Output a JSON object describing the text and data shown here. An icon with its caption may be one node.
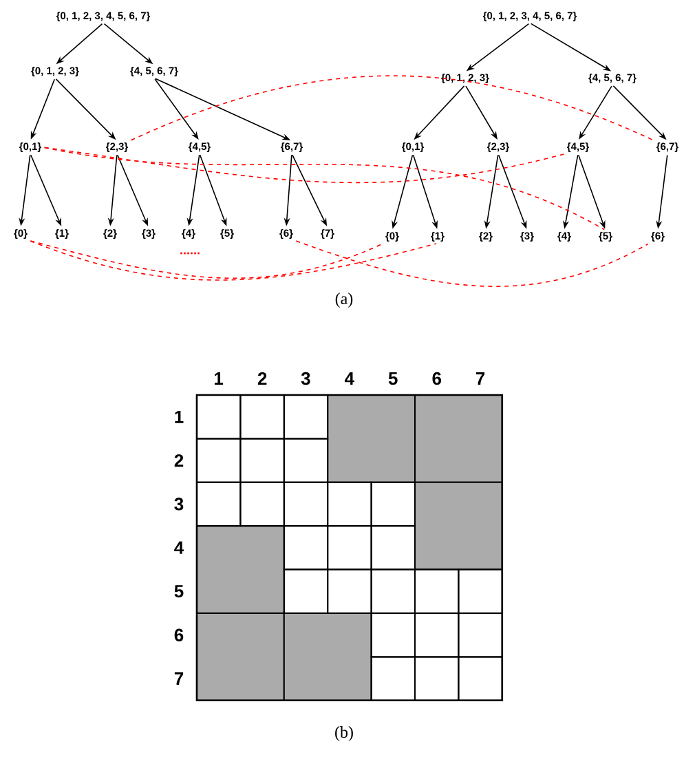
{
  "diagram": {
    "nodes": [
      {
        "text": [
          "{0, 1, 2, 3, 4, 5, 6, 7}"
        ]
      },
      {
        "text": [
          "{0, 1, 2, 3}"
        ]
      },
      {
        "text": [
          "{4, 5, 6, 7}"
        ]
      },
      {
        "text": [
          "{0,1}"
        ]
      },
      {
        "text": [
          "{2,3}"
        ]
      },
      {
        "text": [
          "{4,5}"
        ]
      },
      {
        "text": [
          "{6,7}"
        ]
      },
      {
        "text": [
          "{0}"
        ]
      },
      {
        "text": [
          "{1}"
        ]
      },
      {
        "text": [
          "{2}"
        ]
      },
      {
        "text": [
          "{3}"
        ]
      },
      {
        "text": [
          "{4}"
        ]
      },
      {
        "text": [
          "{5}"
        ]
      },
      {
        "text": [
          "{6}"
        ]
      },
      {
        "text": [
          "{7}"
        ]
      },
      {
        "text": [
          "{0, 1, 2, 3, 4, 5, 6, 7}"
        ]
      },
      {
        "text": [
          "{0, 1, 2, 3}"
        ]
      },
      {
        "text": [
          "{4, 5, 6, 7}"
        ]
      },
      {
        "text": [
          "{0,1}"
        ]
      },
      {
        "text": [
          "{2,3}"
        ]
      },
      {
        "text": [
          "{4,5}"
        ]
      },
      {
        "text": [
          "{6,7}"
        ]
      },
      {
        "text": [
          "{0}"
        ]
      },
      {
        "text": [
          "{1}"
        ]
      },
      {
        "text": [
          "{2}"
        ]
      },
      {
        "text": [
          "{3}"
        ]
      },
      {
        "text": [
          "{4}"
        ]
      },
      {
        "text": [
          "{5}"
        ]
      },
      {
        "text": [
          "{6}"
        ]
      }
    ],
    "edges": [
      {
        "from": 0,
        "to": 1,
        "arrow": "to"
      },
      {
        "from": 0,
        "to": 2,
        "arrow": "to"
      },
      {
        "from": 1,
        "to": 3,
        "arrow": "to"
      },
      {
        "from": 1,
        "to": 4,
        "arrow": "to"
      },
      {
        "from": 2,
        "to": 5,
        "arrow": "to"
      },
      {
        "from": 2,
        "to": 6,
        "arrow": "to"
      },
      {
        "from": 3,
        "to": 7,
        "arrow": "to"
      },
      {
        "from": 3,
        "to": 8,
        "arrow": "to"
      },
      {
        "from": 4,
        "to": 9,
        "arrow": "to"
      },
      {
        "from": 4,
        "to": 10,
        "arrow": "to"
      },
      {
        "from": 5,
        "to": 11,
        "arrow": "to"
      },
      {
        "from": 5,
        "to": 12,
        "arrow": "to"
      },
      {
        "from": 6,
        "to": 13,
        "arrow": "to"
      },
      {
        "from": 6,
        "to": 14,
        "arrow": "to"
      },
      {
        "from": 15,
        "to": 16,
        "arrow": "to"
      },
      {
        "from": 15,
        "to": 17,
        "arrow": "to"
      },
      {
        "from": 16,
        "to": 18,
        "arrow": "to"
      },
      {
        "from": 16,
        "to": 19,
        "arrow": "to"
      },
      {
        "from": 17,
        "to": 20,
        "arrow": "to"
      },
      {
        "from": 17,
        "to": 21,
        "arrow": "to"
      },
      {
        "from": 18,
        "to": 22,
        "arrow": "to"
      },
      {
        "from": 18,
        "to": 23,
        "arrow": "to"
      },
      {
        "from": 19,
        "to": 24,
        "arrow": "to"
      },
      {
        "from": 19,
        "to": 25,
        "arrow": "to"
      },
      {
        "from": 20,
        "to": 26,
        "arrow": "to"
      },
      {
        "from": 20,
        "to": 27,
        "arrow": "to"
      },
      {
        "from": 21,
        "to": 28,
        "arrow": "to"
      },
      {
        "from": 4,
        "to": 21,
        "arrow": "none",
        "style": "dashed",
        "color": "#ff0000"
      },
      {
        "from": 3,
        "to": 20,
        "arrow": "none",
        "style": "dashed",
        "color": "#ff0000"
      },
      {
        "from": 3,
        "to": 27,
        "arrow": "none",
        "style": "dashed",
        "color": "#ff0000"
      },
      {
        "from": 7,
        "to": 22,
        "arrow": "none",
        "style": "dashed",
        "color": "#ff0000"
      },
      {
        "from": 7,
        "to": 23,
        "arrow": "none",
        "style": "dashed",
        "color": "#ff0000"
      },
      {
        "from": 13,
        "to": 28,
        "arrow": "none",
        "style": "dashed",
        "color": "#ff0000"
      }
    ],
    "labels": [
      "......",
      "(a)",
      "1",
      "2",
      "3",
      "4",
      "5",
      "6",
      "7",
      "1",
      "2",
      "3",
      "4",
      "5",
      "6",
      "7",
      "(b)"
    ]
  }
}
